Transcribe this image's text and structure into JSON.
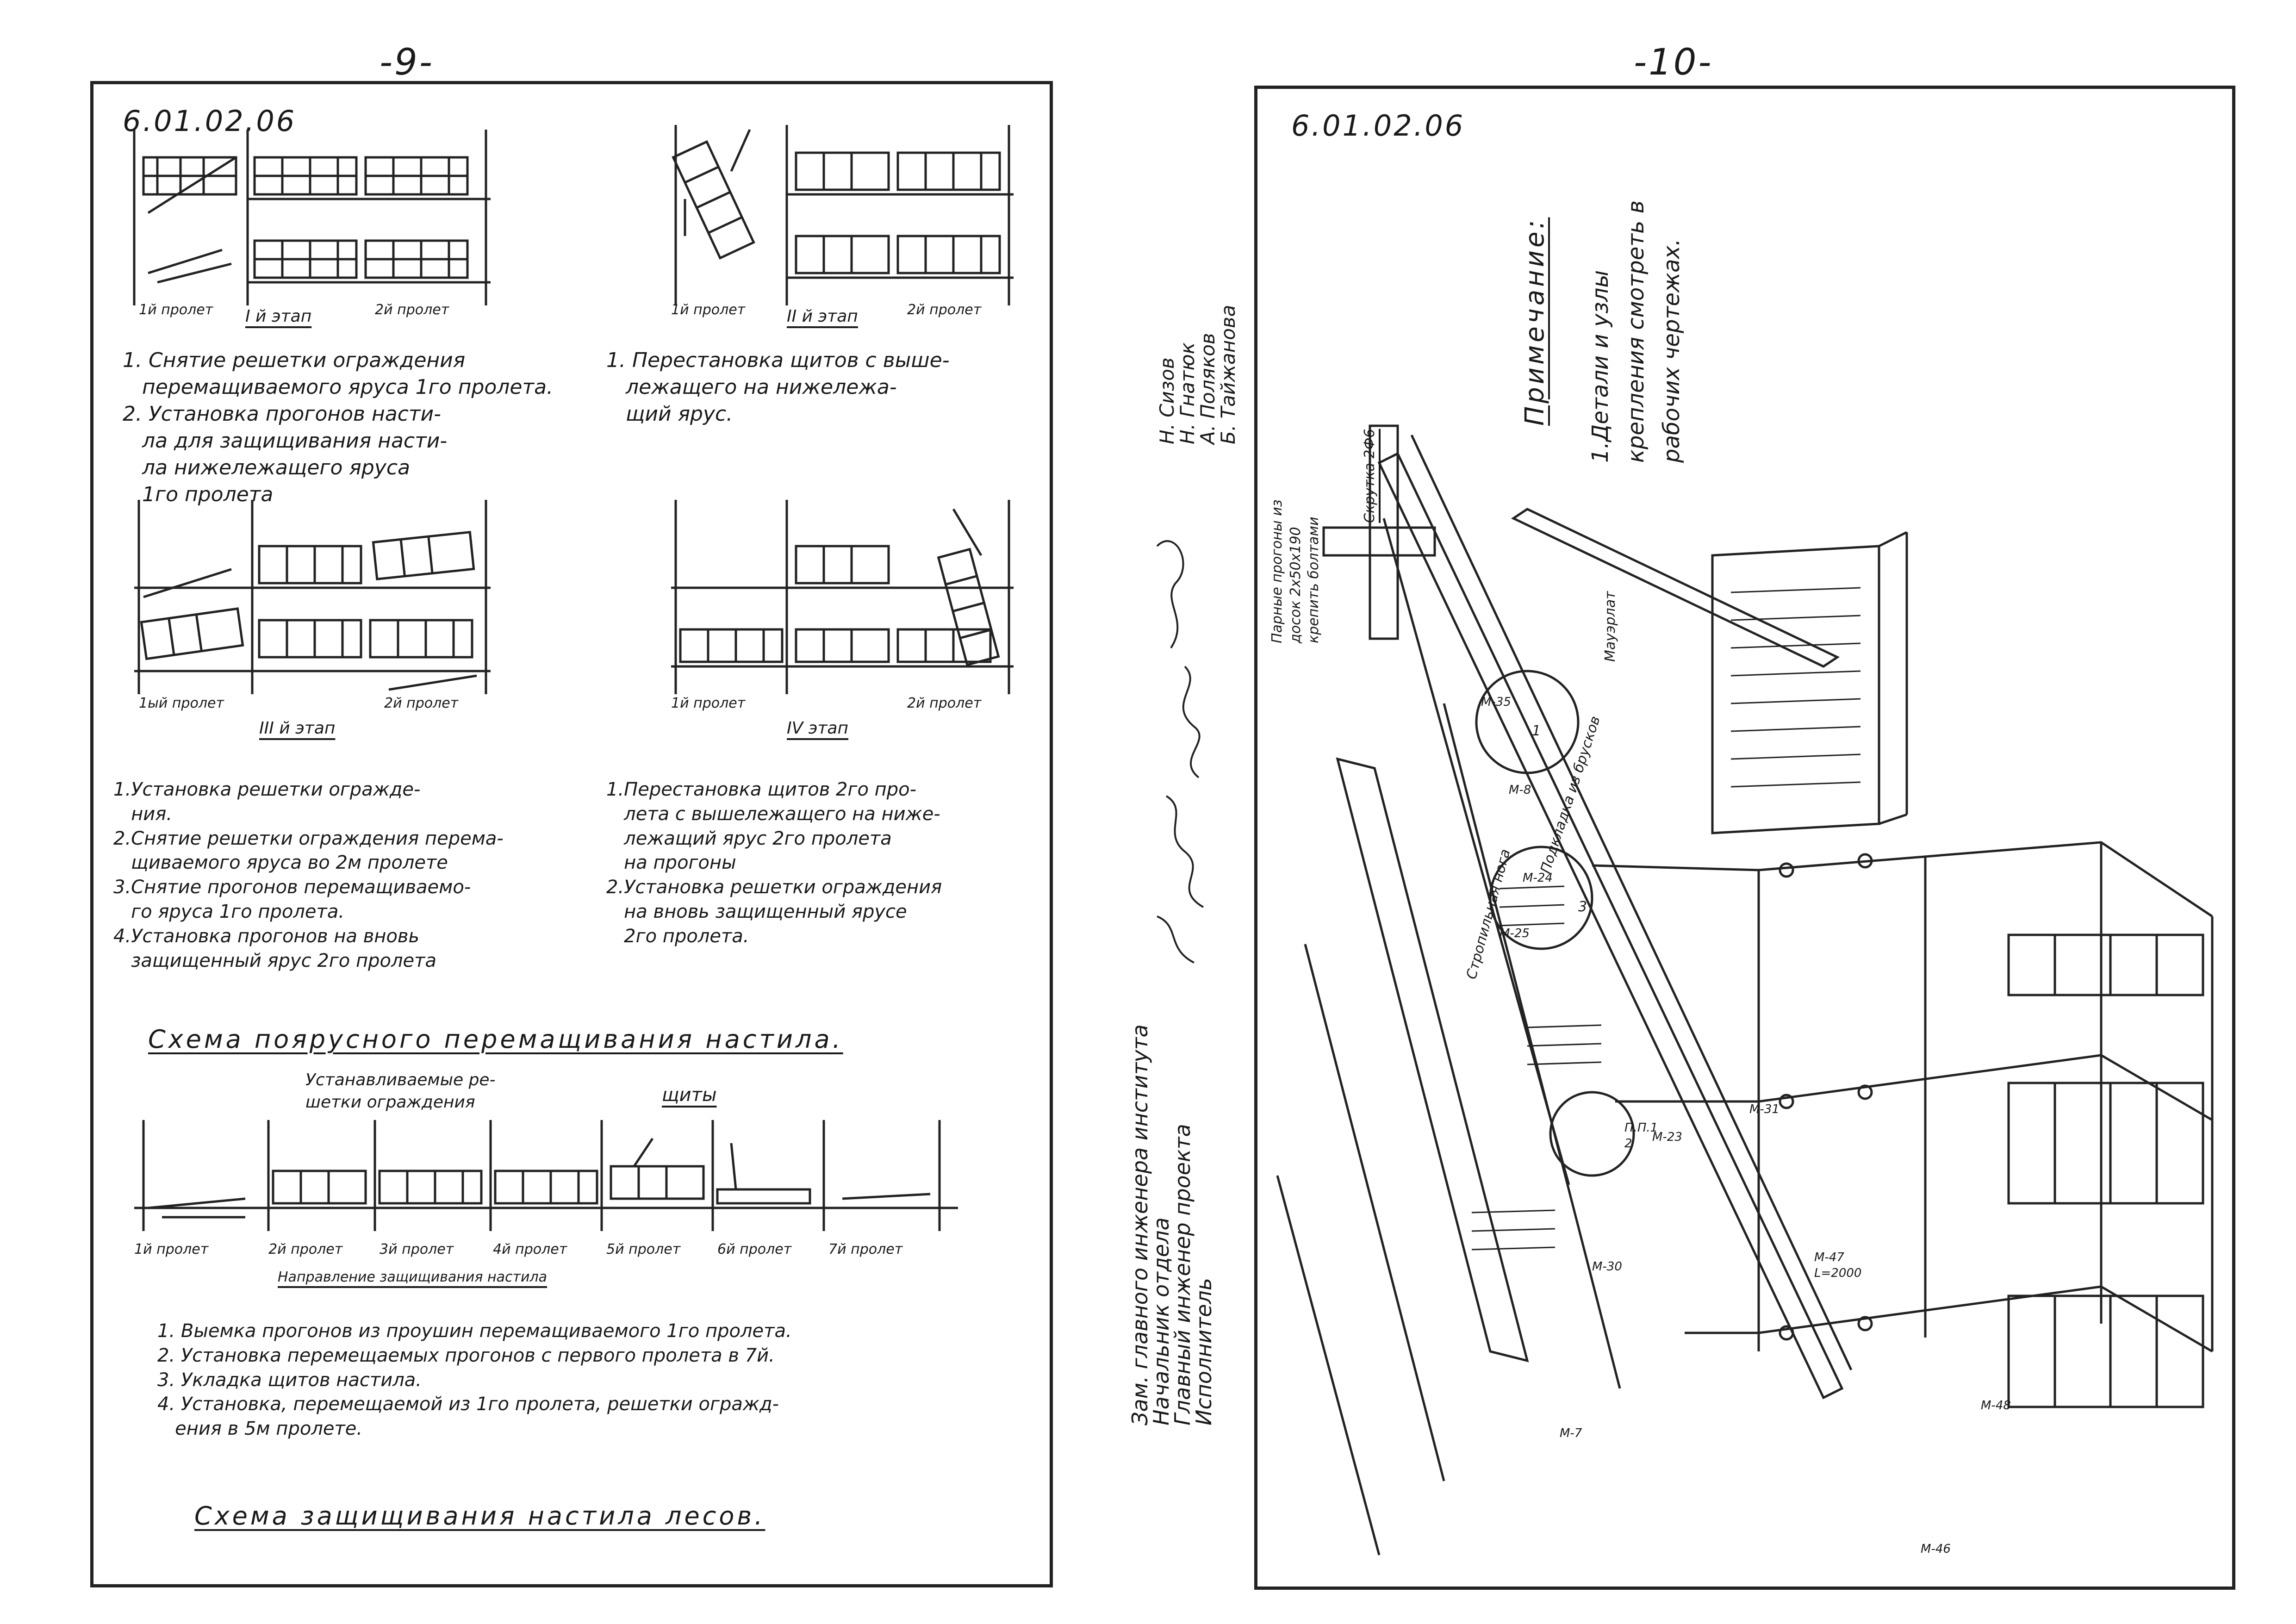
{
  "left_page": {
    "page_number": "-9-",
    "doc_code": "6.01.02.06",
    "stage1": {
      "label_span1": "1й пролет",
      "label_stage": "I й этап",
      "label_span2": "2й пролет",
      "notes": "1. Снятие решетки ограждения\n   перемащиваемого яруса 1го пролета.\n2. Установка прогонов насти-\n   ла для защищивания насти-\n   ла нижележащего яруса\n   1го пролета"
    },
    "stage2": {
      "label_span1": "1й пролет",
      "label_stage": "II й этап",
      "label_span2": "2й пролет",
      "notes": "1. Перестановка щитов с выше-\n   лежащего на нижележа-\n   щий ярус."
    },
    "stage3": {
      "label_span1": "1ый пролет",
      "label_stage": "III й этап",
      "label_span2": "2й пролет",
      "notes": "1.Установка решетки огражде-\n   ния.\n2.Снятие решетки ограждения перема-\n   щиваемого яруса во 2м пролете\n3.Снятие прогонов перемащиваемо-\n   го яруса 1го пролета.\n4.Установка прогонов на вновь\n   защищенный ярус 2го пролета"
    },
    "stage4": {
      "label_span1": "1й пролет",
      "label_stage": "IV этап",
      "label_span2": "2й пролет",
      "notes": "1.Перестановка щитов 2го про-\n   лета с вышележащего на ниже-\n   лежащий ярус 2го пролета\n   на прогоны\n2.Установка решетки ограждения\n   на вновь защищенный ярусе\n   2го пролета."
    },
    "scheme_title_1": "Схема поярусного перемащивания настила.",
    "scheme2": {
      "label_fences": "Устанавливаемые ре-\nшетки ограждения",
      "label_panels": "щиты",
      "spans": [
        "1й пролет",
        "2й пролет",
        "3й пролет",
        "4й пролет",
        "5й пролет",
        "6й пролет",
        "7й пролет"
      ],
      "direction": "Направление защищивания настила",
      "notes": "1. Выемка прогонов из проушин перемащиваемого 1го пролета.\n2. Установка перемещаемых прогонов с первого пролета в 7й.\n3. Укладка щитов настила.\n4. Установка, перемещаемой из 1го пролета, решетки огражд-\n   ения в 5м пролете."
    },
    "scheme_title_2": "Схема защищивания настила лесов."
  },
  "right_page": {
    "page_number": "-10-",
    "doc_code": "6.01.02.06",
    "note_heading": "Примечание:",
    "note_text": "1.Детали и узлы\nкрепления смотреть в\nрабочих чертежах.",
    "signatures": {
      "roles": "Зам. главного инженера института\nНачальник отдела\nГлавный инженер проекта\nИсполнитель",
      "names": "Н. Сизов\nН. Гнатюк\nА. Поляков\nБ. Тайжанова"
    },
    "labels": {
      "paired_purlins": "Парные прогоны из\nдосок 2х50х190\nкрепить болтами",
      "twist": "Скрутка 2Ф6",
      "mauerlat": "Мауэрлат",
      "rafter_leg": "Стропильная нога",
      "lining": "Подкладка из брусков",
      "m35": "М-35",
      "m8": "М-8",
      "m24": "М-24",
      "m25": "М-25",
      "m23": "М-23",
      "m31": "М-31",
      "m30": "М-30",
      "m47": "М-47\nL=2000",
      "m48": "М-48",
      "m7": "М-7",
      "m46": "М-46",
      "pp1": "П.П.1\n2",
      "n1": "1",
      "n3": "3"
    }
  }
}
